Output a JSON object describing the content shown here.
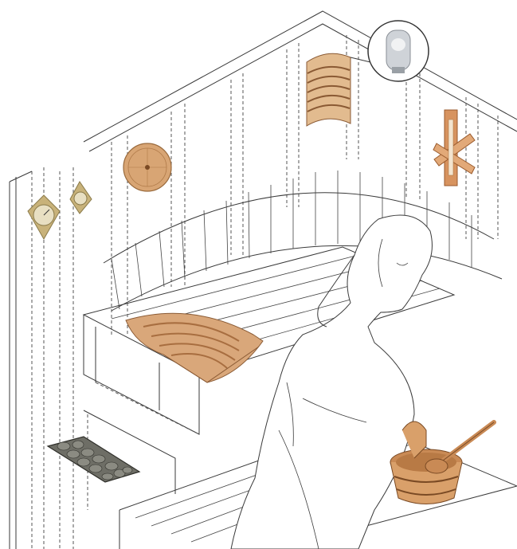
{
  "scene": {
    "description_free": true,
    "colors": {
      "wood_light": "#e2bb8f",
      "wood_mid": "#c99767",
      "wood_dark": "#8a5a34",
      "brass": "#c8b27a",
      "stone": "#6e6e66",
      "line": "#3a3a3a",
      "lamp_glass": "#cfd3d8"
    },
    "items": [
      {
        "name": "backrest-lamp-shade"
      },
      {
        "name": "light-bulb-inset"
      },
      {
        "name": "round-wall-thermometer"
      },
      {
        "name": "hygrometer"
      },
      {
        "name": "small-hygrometer"
      },
      {
        "name": "sand-timer"
      },
      {
        "name": "headrest-pillow"
      },
      {
        "name": "sauna-stones"
      },
      {
        "name": "sauna-bucket-and-ladle"
      },
      {
        "name": "woman-silhouette"
      }
    ]
  }
}
